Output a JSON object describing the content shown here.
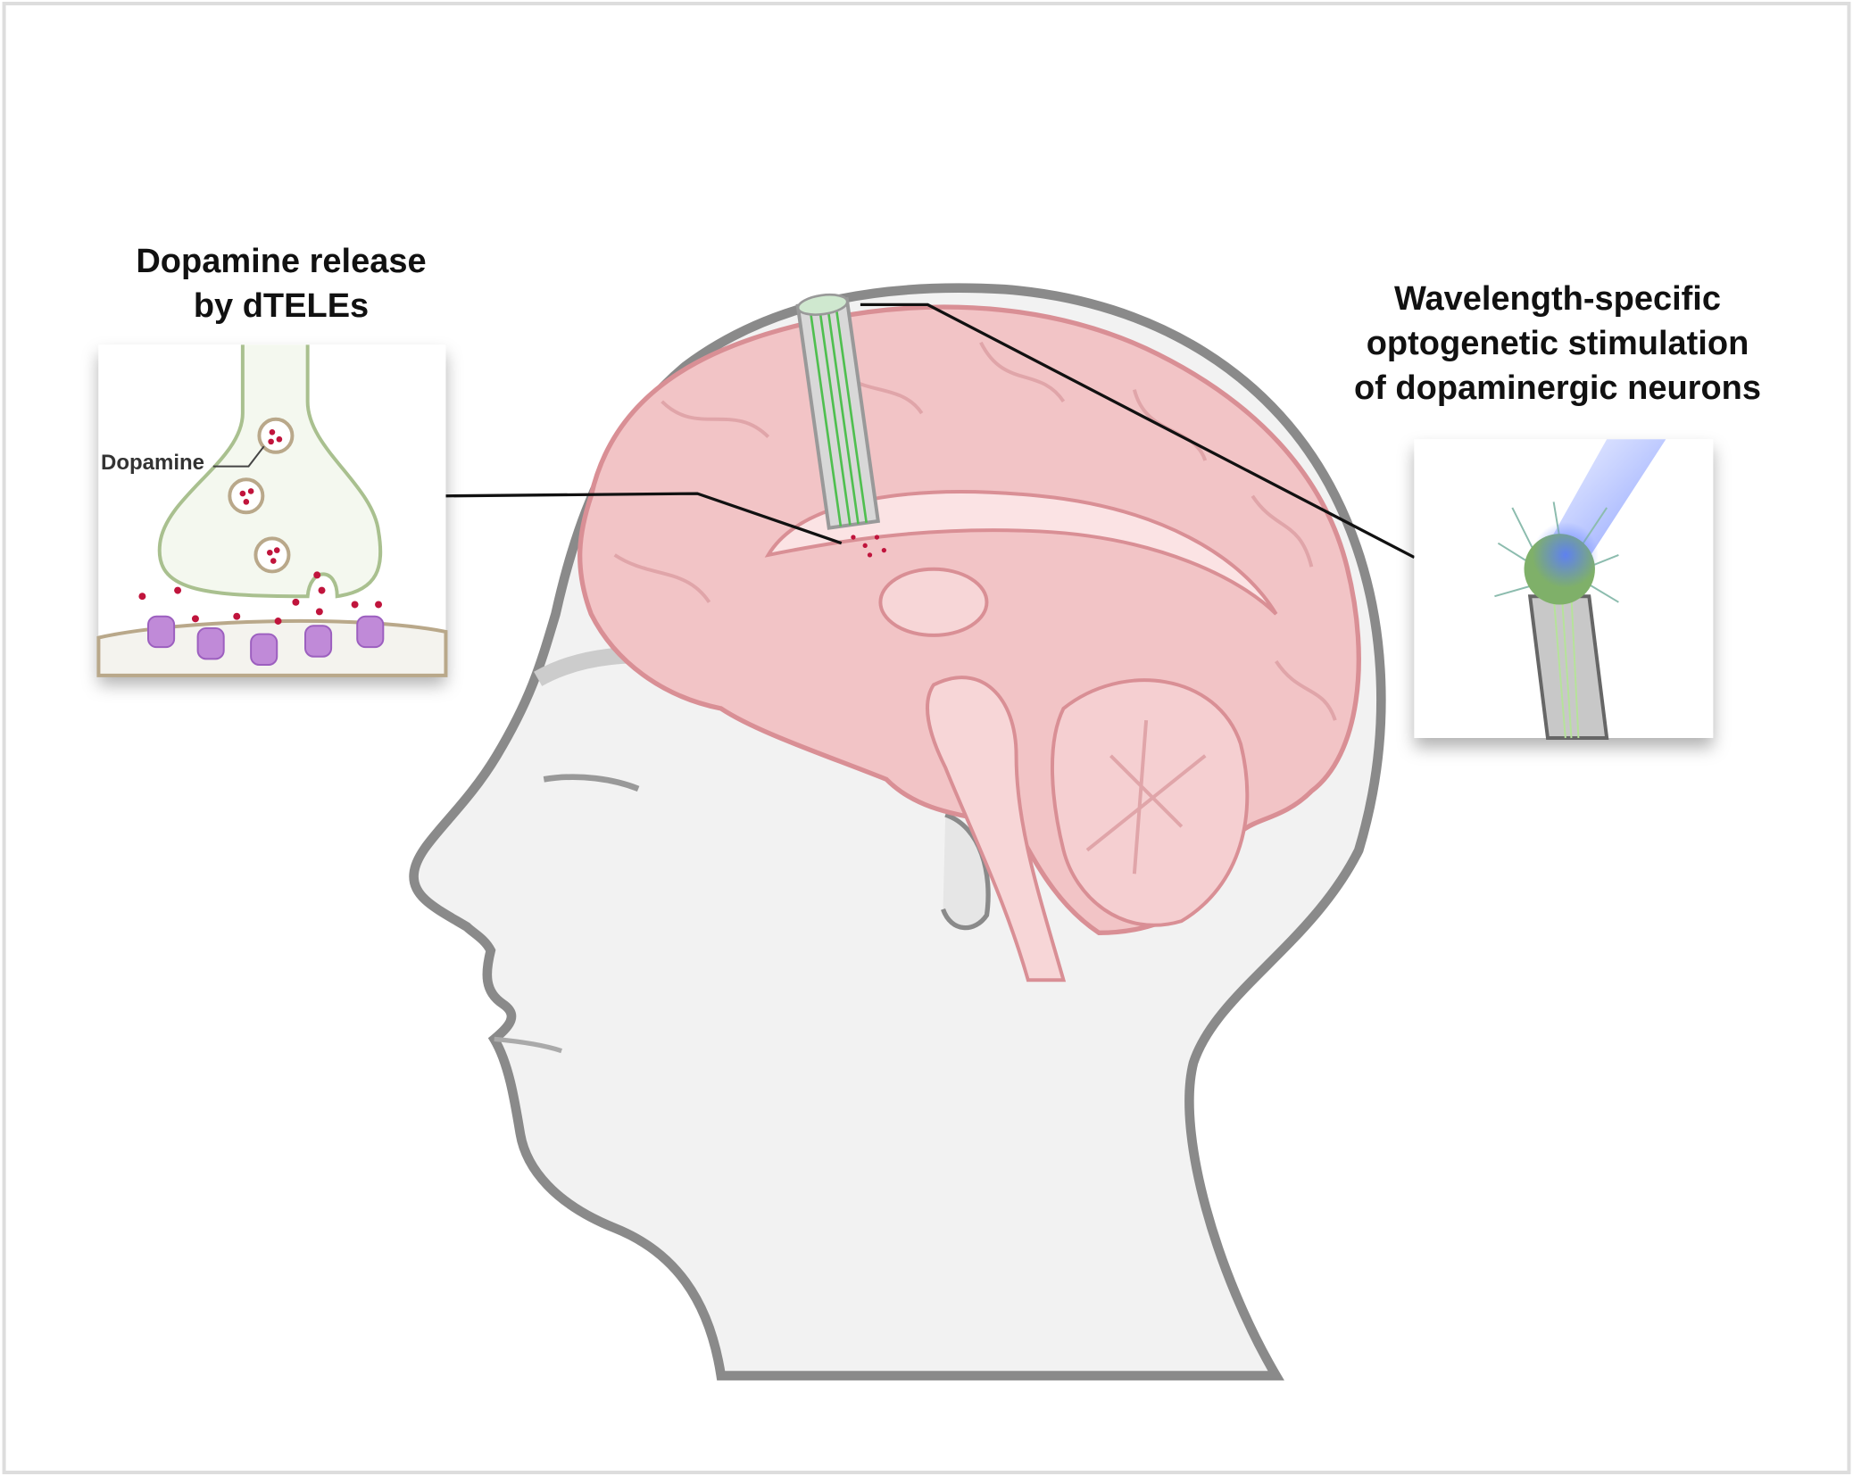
{
  "left_panel": {
    "title_line1": "Dopamine release",
    "title_line2": "by dTELEs",
    "label": "Dopamine"
  },
  "right_panel": {
    "title_line1": "Wavelength-specific",
    "title_line2": "optogenetic stimulation",
    "title_line3": "of dopaminergic neurons"
  },
  "colors": {
    "brain": "#f2c4c6",
    "brain_outline": "#d98f95",
    "head": "#f2f2f2",
    "head_outline": "#8a8a8a",
    "neuron_green": "#7fb069",
    "light_blue": "#5b7cff",
    "receptor_purple": "#c08ad8",
    "dopamine_red": "#c0143c"
  }
}
